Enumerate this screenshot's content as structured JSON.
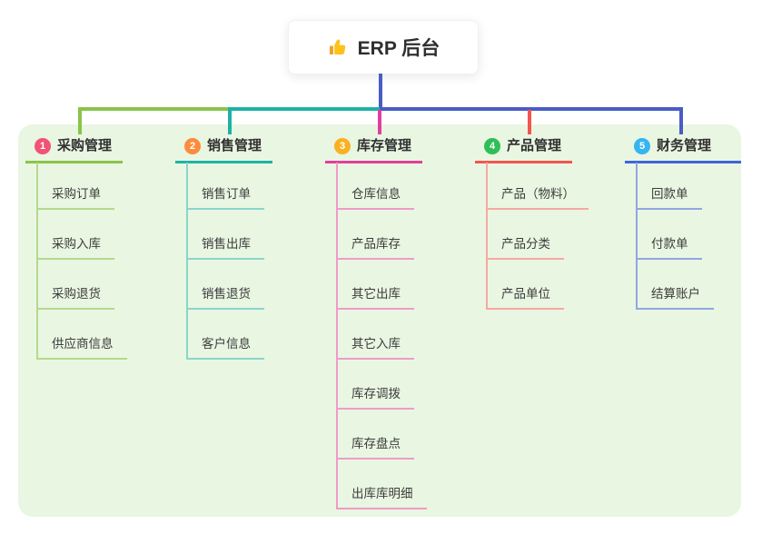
{
  "root": {
    "label": "ERP 后台",
    "icon": "thumbs-up-icon"
  },
  "panel_color": "#e9f6e2",
  "connector_color": "#4a5cc5",
  "branches": [
    {
      "number": "1",
      "title": "采购管理",
      "badge_color": "#f25278",
      "line_color": "#8bc34a",
      "child_line_color": "#b3d98b",
      "children": [
        "采购订单",
        "采购入库",
        "采购退货",
        "供应商信息"
      ]
    },
    {
      "number": "2",
      "title": "销售管理",
      "badge_color": "#fb8c3c",
      "line_color": "#1eb2a6",
      "child_line_color": "#8bd5cc",
      "children": [
        "销售订单",
        "销售出库",
        "销售退货",
        "客户信息"
      ]
    },
    {
      "number": "3",
      "title": "库存管理",
      "badge_color": "#f9b122",
      "line_color": "#e13f9d",
      "child_line_color": "#f09bc8",
      "children": [
        "仓库信息",
        "产品库存",
        "其它出库",
        "其它入库",
        "库存调拨",
        "库存盘点",
        "出库库明细"
      ]
    },
    {
      "number": "4",
      "title": "产品管理",
      "badge_color": "#2fbe58",
      "line_color": "#f3554f",
      "child_line_color": "#f8a8a1",
      "children": [
        "产品（物料）",
        "产品分类",
        "产品单位"
      ]
    },
    {
      "number": "5",
      "title": "财务管理",
      "badge_color": "#36b5f0",
      "line_color": "#3d65da",
      "child_line_color": "#91a7e3",
      "children": [
        "回款单",
        "付款单",
        "结算账户"
      ]
    }
  ]
}
